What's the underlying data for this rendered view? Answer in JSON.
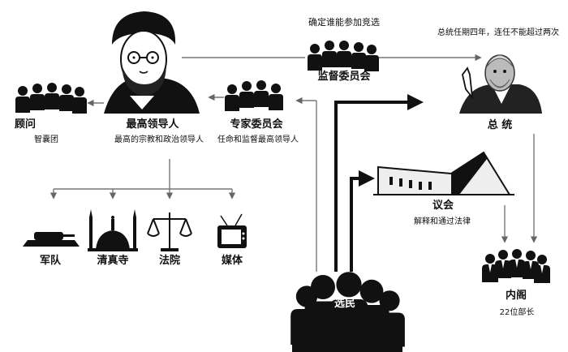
{
  "nodes": {
    "advisors": {
      "title": "顾问",
      "sub": "智囊团"
    },
    "supreme_leader": {
      "title": "最高领导人",
      "sub": "最高的宗教和政治领导人"
    },
    "experts": {
      "title": "专家委员会",
      "sub": "任命和监督最高领导人"
    },
    "guardian": {
      "title": "监督委员会",
      "note": "确定谁能参加竞选"
    },
    "president": {
      "title": "总 统",
      "note": "总统任期四年，连任不能超过两次"
    },
    "parliament": {
      "title": "议会",
      "sub": "解释和通过法律"
    },
    "cabinet": {
      "title": "内阁",
      "sub": "22位部长"
    },
    "voters": {
      "title": "选民"
    }
  },
  "subordinates": [
    {
      "label": "军队",
      "icon": "tank-icon"
    },
    {
      "label": "清真寺",
      "icon": "mosque-icon"
    },
    {
      "label": "法院",
      "icon": "scales-icon"
    },
    {
      "label": "媒体",
      "icon": "tv-icon"
    }
  ],
  "colors": {
    "ink": "#111111",
    "line": "#777777",
    "background": "#ffffff"
  }
}
